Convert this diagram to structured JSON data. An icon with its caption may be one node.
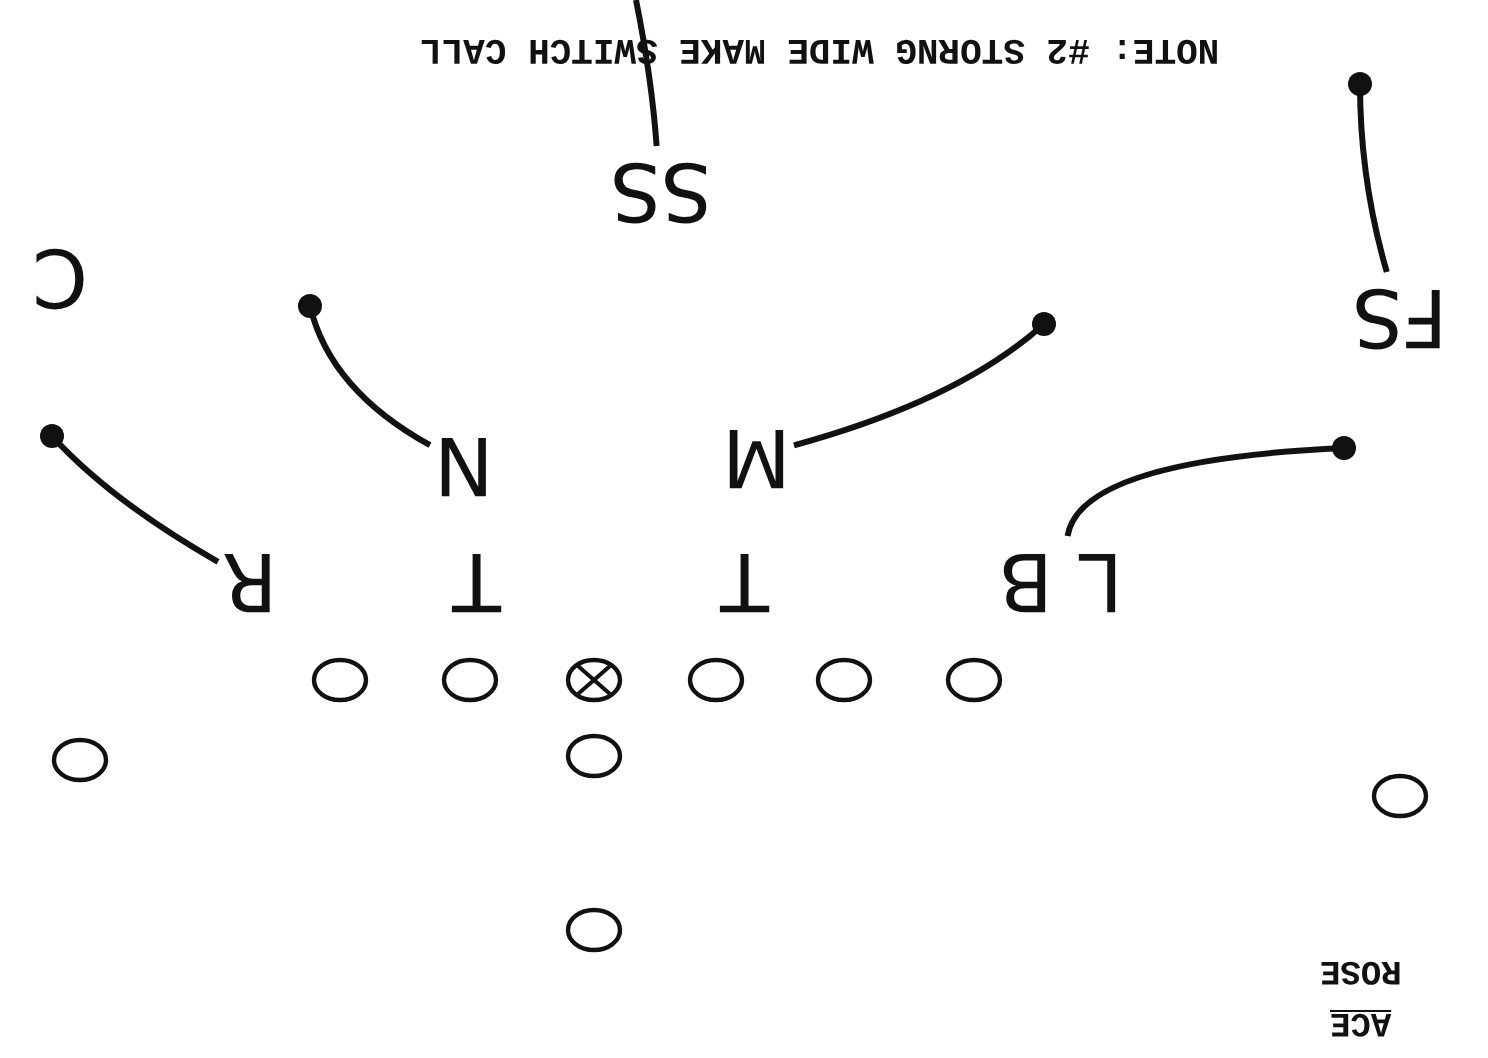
{
  "diagram": {
    "nodes": [
      {
        "text": [
          "SS"
        ]
      },
      {
        "text": [
          "FS"
        ]
      },
      {
        "text": [
          "C"
        ]
      },
      {
        "text": [
          "N"
        ]
      },
      {
        "text": [
          "M"
        ]
      },
      {
        "text": [
          "R"
        ]
      },
      {
        "text": [
          "T"
        ]
      },
      {
        "text": [
          "T"
        ]
      },
      {
        "text": [
          "L B"
        ]
      },
      {
        "text": [],
        "shape": "circle"
      },
      {
        "text": [],
        "shape": "circle"
      },
      {
        "text": [],
        "shape": "circle"
      },
      {
        "text": [],
        "shape": "circle"
      },
      {
        "text": [],
        "shape": "circle"
      },
      {
        "text": [],
        "shape": "circle"
      },
      {
        "text": [],
        "shape": "circle"
      },
      {
        "text": [],
        "shape": "circle"
      },
      {
        "text": [],
        "shape": "circle"
      },
      {
        "text": [],
        "shape": "circle"
      }
    ],
    "edges": [
      {
        "from": 0,
        "to": null,
        "arrow": "none"
      },
      {
        "from": 1,
        "to": null,
        "arrow": "other"
      },
      {
        "from": 4,
        "to": null,
        "arrow": "other"
      },
      {
        "from": 3,
        "to": null,
        "arrow": "other"
      },
      {
        "from": 8,
        "to": null,
        "arrow": "other"
      },
      {
        "from": 5,
        "to": null,
        "arrow": "other"
      }
    ],
    "labels": [
      "NOTE: #2 STORNG WIDE MAKE SWITCH CALL",
      "ACE",
      "ROSE"
    ]
  }
}
